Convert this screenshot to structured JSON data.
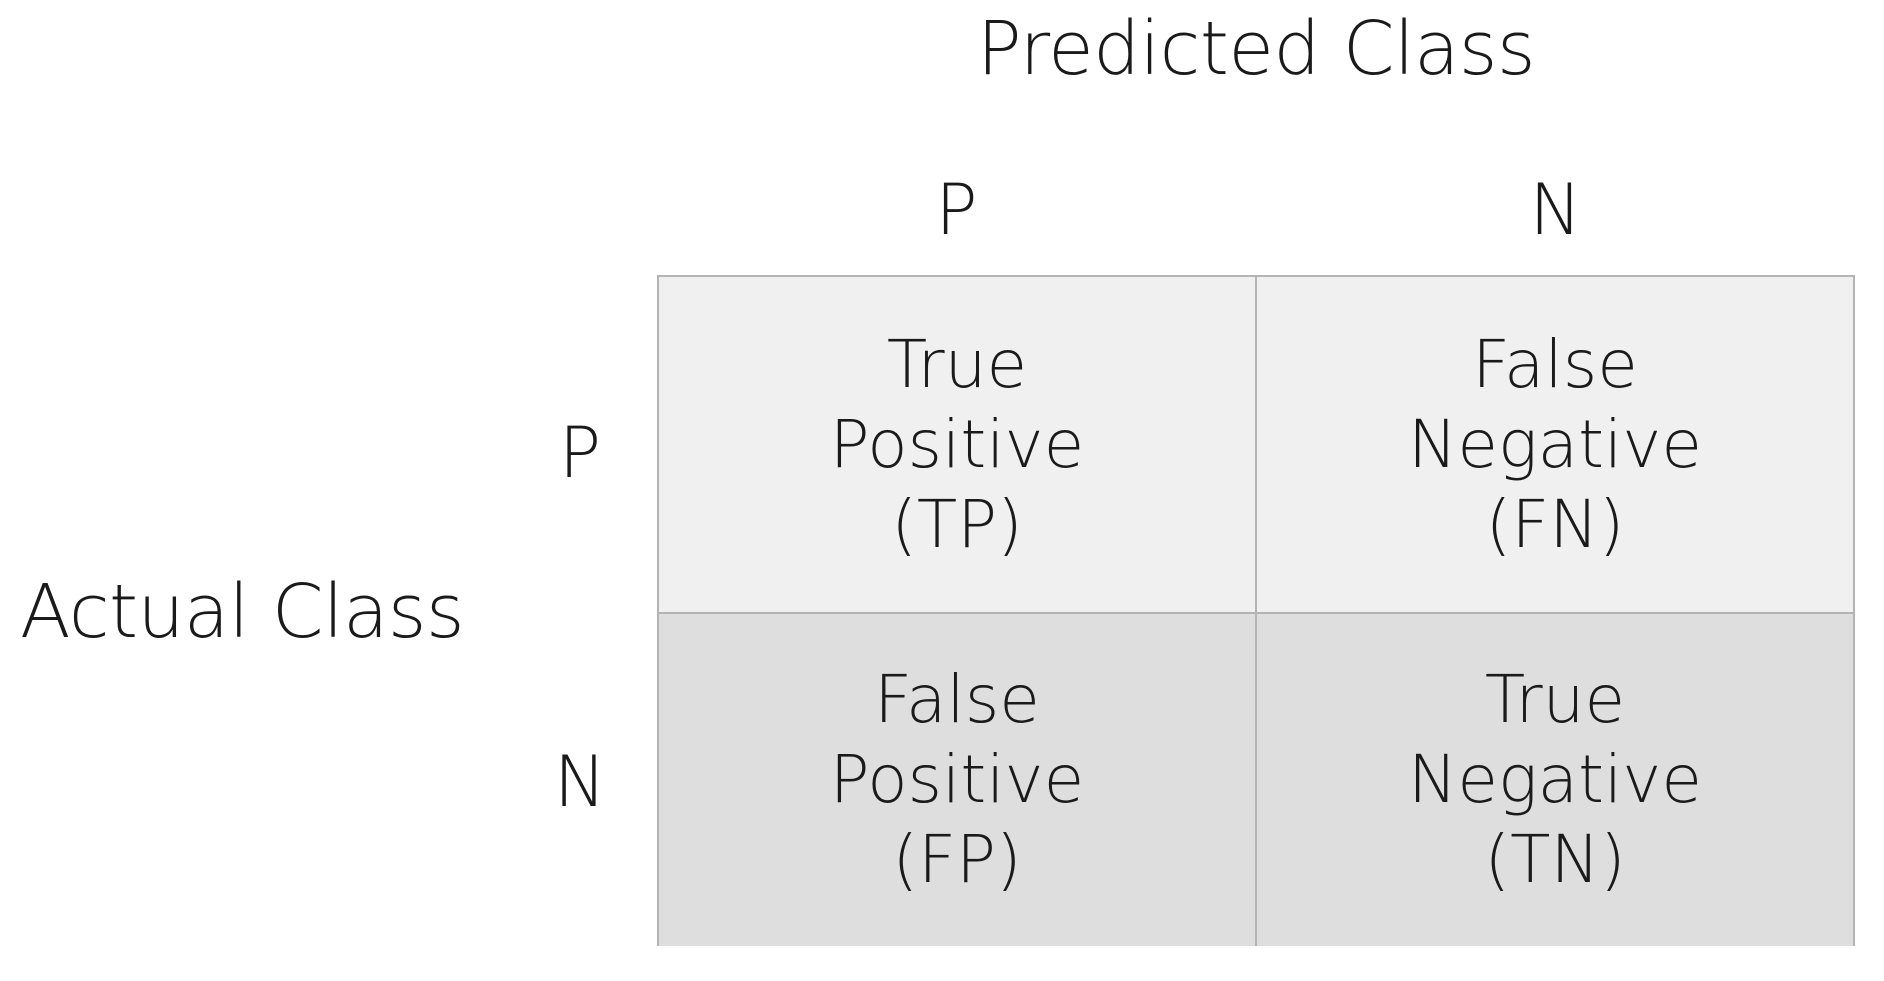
{
  "diagram": {
    "type": "confusion-matrix",
    "axis_titles": {
      "columns": "Predicted Class",
      "rows": "Actual Class"
    },
    "column_headers": [
      "P",
      "N"
    ],
    "row_headers": [
      "P",
      "N"
    ],
    "cells": {
      "tp": {
        "line1": "True",
        "line2": "Positive",
        "line3": "(TP)",
        "abbr": "TP"
      },
      "fn": {
        "line1": "False",
        "line2": "Negative",
        "line3": "(FN)",
        "abbr": "FN"
      },
      "fp": {
        "line1": "False",
        "line2": "Positive",
        "line3": "(FP)",
        "abbr": "FP"
      },
      "tn": {
        "line1": "True",
        "line2": "Negative",
        "line3": "(TN)",
        "abbr": "TN"
      }
    },
    "colors": {
      "page_background": "#ffffff",
      "row_p_background": "#f0f0f0",
      "row_n_background": "#dedede",
      "border": "#b4b4b4",
      "text": "#1a1a1a"
    }
  }
}
